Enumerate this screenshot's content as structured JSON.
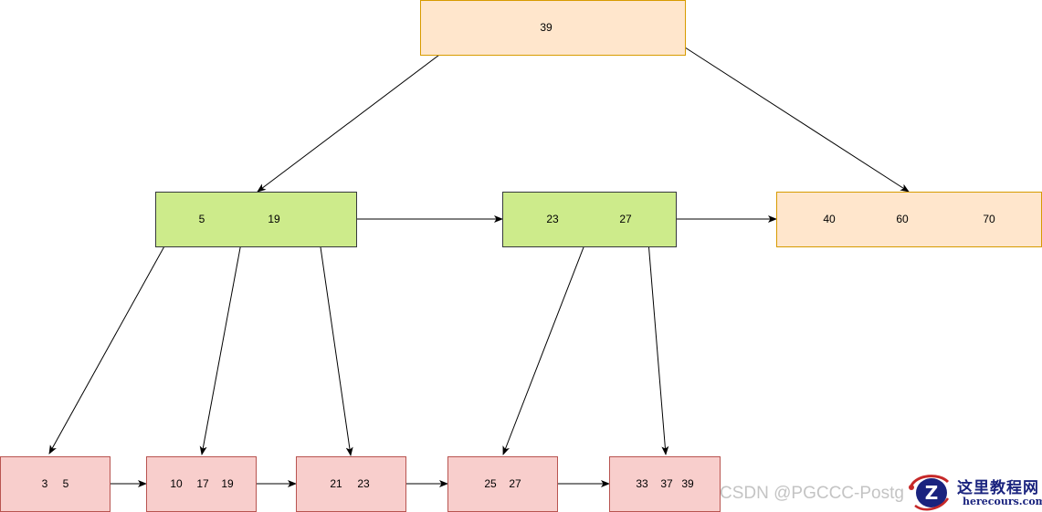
{
  "nodes": [
    {
      "id": "root",
      "keys": [
        "39"
      ],
      "fill": "#ffe6cc",
      "stroke": "#d79b00"
    },
    {
      "id": "internal-left",
      "keys": [
        "5",
        "19"
      ],
      "fill": "#cdeb8b",
      "stroke": "#36393d"
    },
    {
      "id": "internal-middle",
      "keys": [
        "23",
        "27"
      ],
      "fill": "#cdeb8b",
      "stroke": "#36393d"
    },
    {
      "id": "internal-right",
      "keys": [
        "40",
        "60",
        "70"
      ],
      "fill": "#ffe6cc",
      "stroke": "#d79b00"
    },
    {
      "id": "leaf-1",
      "keys": [
        "3",
        "5"
      ],
      "fill": "#f8cecc",
      "stroke": "#b85450"
    },
    {
      "id": "leaf-2",
      "keys": [
        "10",
        "17",
        "19"
      ],
      "fill": "#f8cecc",
      "stroke": "#b85450"
    },
    {
      "id": "leaf-3",
      "keys": [
        "21",
        "23"
      ],
      "fill": "#f8cecc",
      "stroke": "#b85450"
    },
    {
      "id": "leaf-4",
      "keys": [
        "25",
        "27"
      ],
      "fill": "#f8cecc",
      "stroke": "#b85450"
    },
    {
      "id": "leaf-5",
      "keys": [
        "33",
        "37",
        "39"
      ],
      "fill": "#f8cecc",
      "stroke": "#b85450"
    }
  ],
  "edges": [
    {
      "from": "root",
      "to": "internal-left"
    },
    {
      "from": "root",
      "to": "internal-right"
    },
    {
      "from": "internal-left",
      "to": "internal-middle"
    },
    {
      "from": "internal-middle",
      "to": "internal-right"
    },
    {
      "from": "internal-left",
      "to": "leaf-1"
    },
    {
      "from": "internal-left",
      "to": "leaf-2"
    },
    {
      "from": "internal-left",
      "to": "leaf-3"
    },
    {
      "from": "internal-middle",
      "to": "leaf-4"
    },
    {
      "from": "internal-middle",
      "to": "leaf-5"
    },
    {
      "from": "leaf-1",
      "to": "leaf-2"
    },
    {
      "from": "leaf-2",
      "to": "leaf-3"
    },
    {
      "from": "leaf-3",
      "to": "leaf-4"
    },
    {
      "from": "leaf-4",
      "to": "leaf-5"
    }
  ],
  "watermark": "CSDN @PGCCC-Postg",
  "logo": {
    "title": "这里教程网",
    "url": "herecours.com",
    "mark_letter": "Z"
  }
}
